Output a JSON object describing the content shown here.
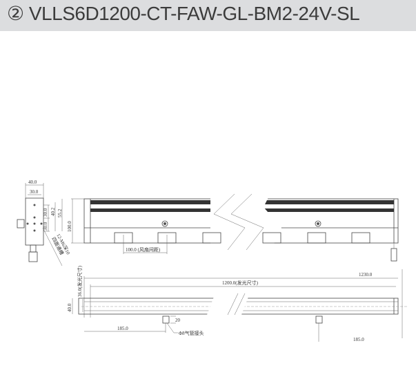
{
  "header": {
    "title": "② VLLS6D1200-CT-FAW-GL-BM2-24V-SL"
  },
  "drawing": {
    "side_width": "40.0",
    "side_inner_width": "30.0",
    "hole_spacing_1": "30.0",
    "hole_spacing_2": "30.0",
    "dim_40_2": "40.2",
    "dim_55_2": "55.2",
    "height": "100.0",
    "thread_note": "12-M6深10",
    "thread_note_2": "四面通槽",
    "fan_spacing": "100.0 (风扇间距)",
    "total_length": "1230.0",
    "emit_length": "1200.0(发光尺寸)",
    "emit_width": "36.0(发光尺寸)",
    "bottom_width": "40.0",
    "fitting_offset": "185.0",
    "fitting_height": "20",
    "fitting_note": "Φ8气管接头",
    "fitting_offset_right": "185.0"
  }
}
